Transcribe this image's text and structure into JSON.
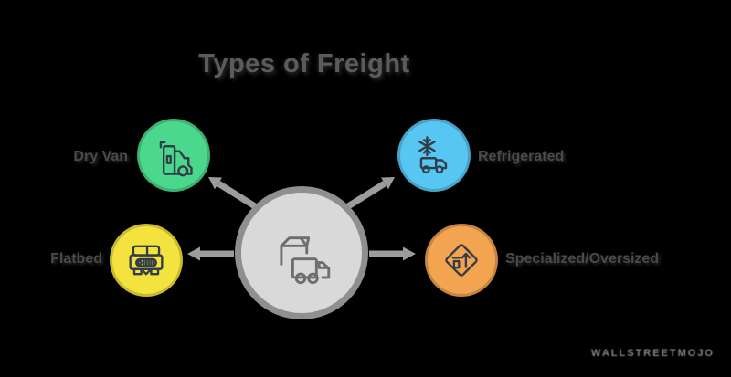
{
  "title": "Types of Freight",
  "nodes": [
    {
      "label": "Dry Van",
      "color": "#4bd88c",
      "icon": "semi-truck-icon"
    },
    {
      "label": "Refrigerated",
      "color": "#57c6f2",
      "icon": "refrigerated-truck-icon"
    },
    {
      "label": "Flatbed",
      "color": "#f4e23e",
      "icon": "truck-front-icon"
    },
    {
      "label": "Specialized/Oversized",
      "color": "#f2a451",
      "icon": "oversize-road-sign-icon"
    }
  ],
  "center": {
    "icon": "package-delivery-truck-icon"
  },
  "watermark": "WALLSTREETMOJO",
  "colors": {
    "background": "#000000",
    "title_text": "#5b5b5b",
    "label_text": "#4a4a4a",
    "arrow": "#9c9c9c",
    "center_fill": "#d9d9d9",
    "center_border": "#8f8f8f",
    "icon_stroke": "#333d47",
    "center_icon_stroke": "#6e6e6e",
    "watermark_text": "#8e8e8e"
  }
}
